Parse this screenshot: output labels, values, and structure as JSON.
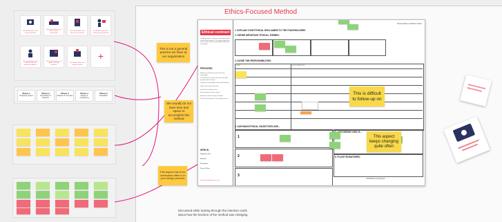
{
  "board": {
    "title": "Ethics-Focused Method"
  },
  "canvas": {
    "title": "Ethical contract",
    "header_right": "Moral substance of Ethical contract",
    "step1": "1. EXPLAIN YOUR ETHICAL DISCLAIMER TO THE STAKEHOLDERS",
    "step2": "2. DEFINE IMPORTANT ETHICAL THEMES:",
    "step3": "3. DIVIDE THE RESPONSIBILITIES:",
    "step4": "4. OUR MAIN ETHICAL OBJECTIVES ARE...",
    "step5": "5. OUR DESIGN VISIL IS...",
    "step6": "6. PLACE SIGNATURES:",
    "col_team": "TEAM",
    "col_responsibilities": "RESPONSIBILITIES",
    "process": "PROCESS",
    "specs": "SPECS",
    "specs_suggested_time": "Suggested Time",
    "specs_materials": "Materials",
    "specs_participants": "Participants",
    "specs_phase": "Phase & Place",
    "footer_mid": "Toolkit Ethics for Designers",
    "footer_left_link": "www.ethicsfordesigners.com",
    "objectives_numbers": [
      "1",
      "2",
      "3"
    ],
    "intro_text": "Designing within a corporate environment brings certain ethical tensions. This contract helps your team to define ethical responsibilities before the work begins.",
    "process_steps": [
      "Explain your disclaimer to the team and stakeholders.",
      "Go through the card with the team and define important ethical themes.",
      "Divide the responsibilities of the ethical themes.",
      "Define main ethical objectives.",
      "Formulate the design vision.",
      "Place signatures on the contract.",
      "Revisit the contract during the project.",
      "Use these agreements in the design process."
    ]
  },
  "annotations": {
    "not_general": "This is not a general practice we have at our organization",
    "no_time": "We usually do not have time and space to accomplish this method",
    "difficult": "This is difficult to follow-up on",
    "keeps_changing": "This aspect keeps changing quite often",
    "overlooked": "This aspect has to be overlooked often in in your design process"
  },
  "caption": {
    "line1": "Discussed while looking through the intention cards",
    "line2": "about how the function of the method was changing."
  },
  "phases": [
    {
      "label": "Phase 1",
      "sub": "Preparing project"
    },
    {
      "label": "Phase 2",
      "sub": "Exploration & research"
    },
    {
      "label": "Phase 3",
      "sub": "Ideation & concepts"
    },
    {
      "label": "Phase 4",
      "sub": "Design & prototyping"
    },
    {
      "label": "Phase 5",
      "sub": "Evaluation"
    }
  ],
  "theme_cards": [
    "This method allows me to be more reflective",
    "This method allows me to have an easier conversation",
    "This method allows me to focus on other aspects",
    "This method allows me to include more perspectives",
    "This method allows me to understand how the design may influence",
    "This method allows me to decide on design directions",
    "This method allows me to support my team"
  ],
  "colors": {
    "accent_red": "#e2364a",
    "sticky_yellow": "#f9e35a",
    "sticky_orange": "#ffc44c",
    "sticky_green": "#8ed37a",
    "sticky_red": "#f16a78",
    "connector_pink": "#e0157a"
  }
}
